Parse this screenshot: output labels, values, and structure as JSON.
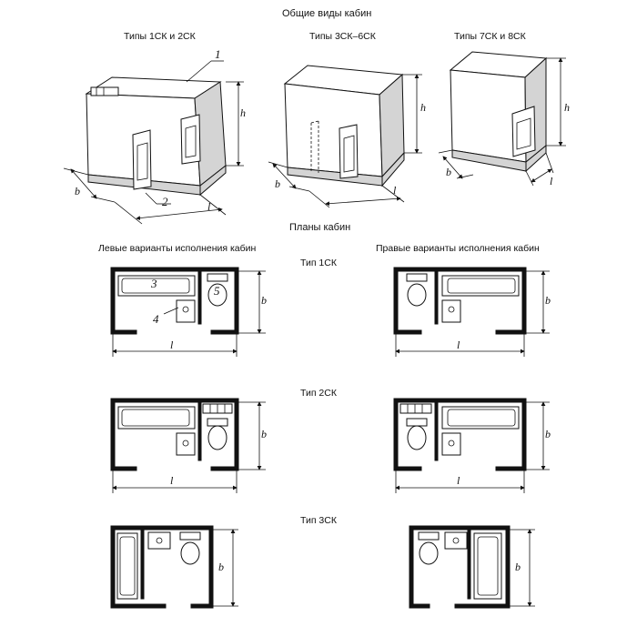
{
  "headings": {
    "general_views": "Общие виды кабин",
    "plans": "Планы кабин",
    "left_variants": "Левые варианты исполнения кабин",
    "right_variants": "Правые варианты исполнения кабин"
  },
  "views": {
    "types_1_2": "Типы 1СК и 2СК",
    "types_3_6": "Типы 3СК–6СК",
    "types_7_8": "Типы 7СК и 8СК"
  },
  "plan_types": {
    "t1": "Тип 1СК",
    "t2": "Тип 2СК",
    "t3": "Тип 3СК"
  },
  "dims": {
    "h": "h",
    "b": "b",
    "l": "l"
  },
  "callouts": {
    "c1": "1",
    "c2": "2",
    "c3": "3",
    "c4": "4",
    "c5": "5"
  }
}
